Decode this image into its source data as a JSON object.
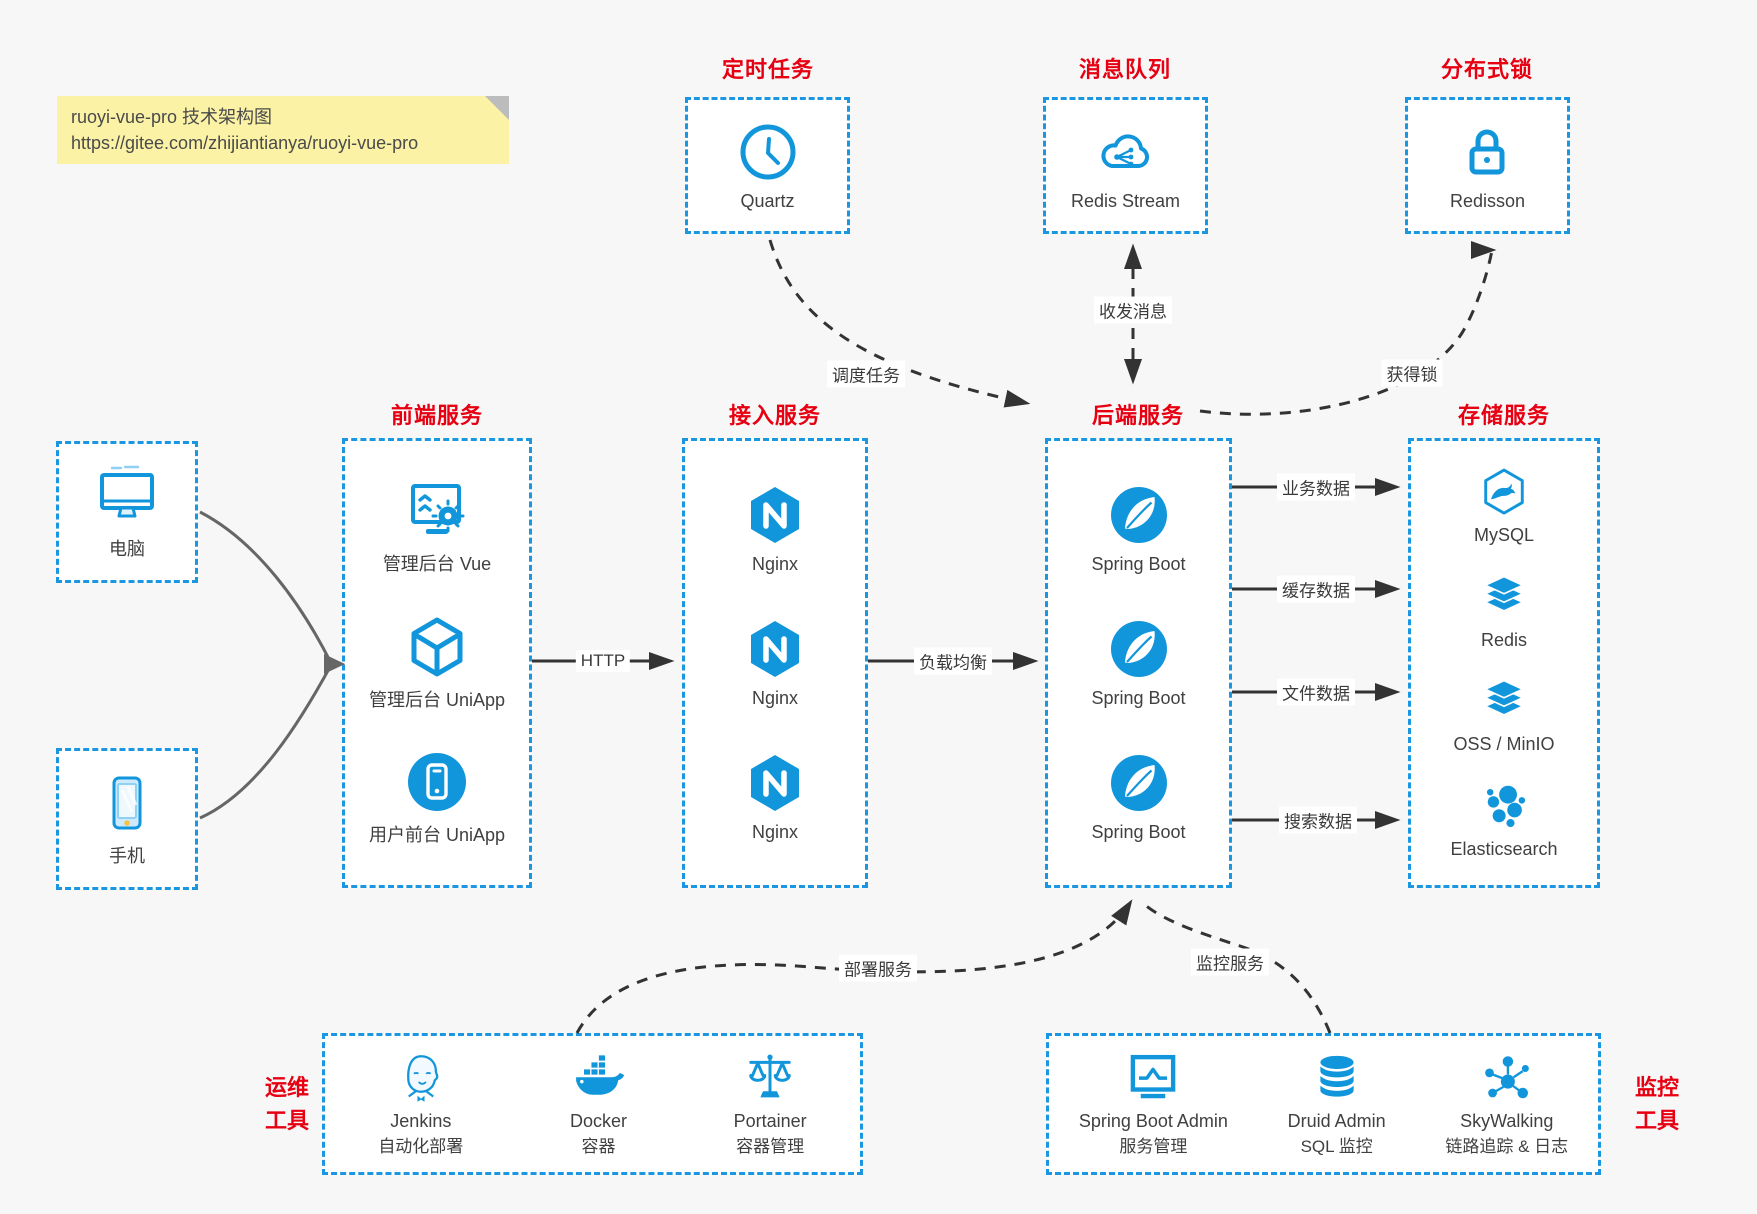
{
  "colors": {
    "accent_blue": "#1296db",
    "title_red": "#e60012",
    "note_bg": "#fbf2a6",
    "canvas_bg": "#f7f7f7",
    "arrow_dark": "#333333",
    "arrow_gray": "#666666"
  },
  "note": {
    "line1": "ruoyi-vue-pro 技术架构图",
    "line2": "https://gitee.com/zhijiantianya/ruoyi-vue-pro"
  },
  "groups": {
    "scheduler": {
      "title": "定时任务",
      "item_label": "Quartz"
    },
    "mq": {
      "title": "消息队列",
      "item_label": "Redis Stream"
    },
    "lock": {
      "title": "分布式锁",
      "item_label": "Redisson"
    },
    "clients": {
      "computer_label": "电脑",
      "phone_label": "手机"
    },
    "frontend": {
      "title": "前端服务",
      "items": [
        {
          "label": "管理后台 Vue"
        },
        {
          "label": "管理后台 UniApp"
        },
        {
          "label": "用户前台 UniApp"
        }
      ]
    },
    "gateway": {
      "title": "接入服务",
      "items": [
        {
          "label": "Nginx"
        },
        {
          "label": "Nginx"
        },
        {
          "label": "Nginx"
        }
      ]
    },
    "backend": {
      "title": "后端服务",
      "items": [
        {
          "label": "Spring Boot"
        },
        {
          "label": "Spring Boot"
        },
        {
          "label": "Spring Boot"
        }
      ]
    },
    "storage": {
      "title": "存储服务",
      "items": [
        {
          "label": "MySQL"
        },
        {
          "label": "Redis"
        },
        {
          "label": "OSS / MinIO"
        },
        {
          "label": "Elasticsearch"
        }
      ]
    },
    "devops": {
      "title_line1": "运维",
      "title_line2": "工具",
      "items": [
        {
          "name": "Jenkins",
          "desc": "自动化部署"
        },
        {
          "name": "Docker",
          "desc": "容器"
        },
        {
          "name": "Portainer",
          "desc": "容器管理"
        }
      ]
    },
    "monitoring": {
      "title_line1": "监控",
      "title_line2": "工具",
      "items": [
        {
          "name": "Spring Boot Admin",
          "desc": "服务管理"
        },
        {
          "name": "Druid Admin",
          "desc": "SQL 监控"
        },
        {
          "name": "SkyWalking",
          "desc": "链路追踪 & 日志"
        }
      ]
    }
  },
  "edges": {
    "http": "HTTP",
    "load_balance": "负载均衡",
    "schedule_task": "调度任务",
    "send_receive_message": "收发消息",
    "acquire_lock": "获得锁",
    "business_data": "业务数据",
    "cache_data": "缓存数据",
    "file_data": "文件数据",
    "search_data": "搜索数据",
    "deploy_service": "部署服务",
    "monitor_service": "监控服务"
  }
}
